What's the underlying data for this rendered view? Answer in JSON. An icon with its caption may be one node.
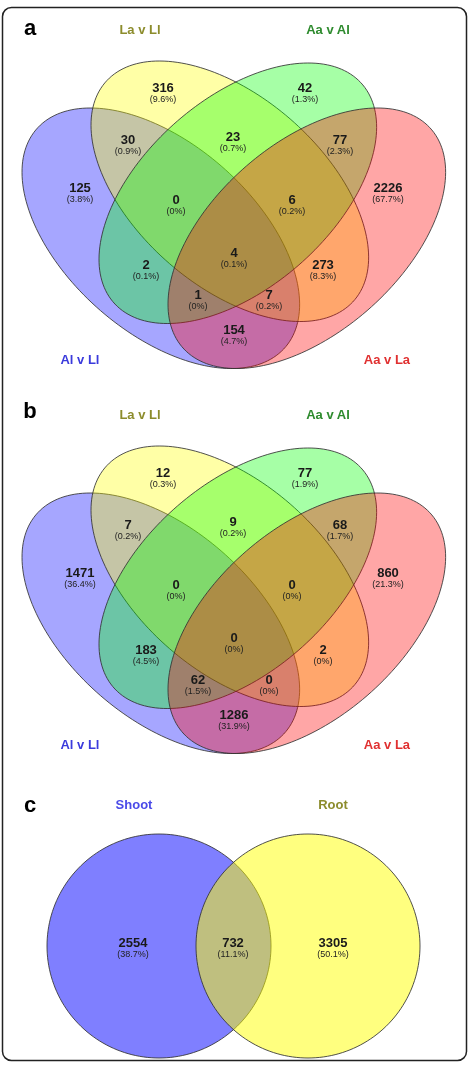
{
  "diagram": {
    "nodes": [
      {
        "text": [
          "La v Ll"
        ]
      },
      {
        "text": [
          "Aa v Al"
        ]
      },
      {
        "text": [
          "Al v Ll"
        ]
      },
      {
        "text": [
          "Aa v La"
        ]
      },
      {
        "text": [
          "La v Ll"
        ]
      },
      {
        "text": [
          "Aa v Al"
        ]
      },
      {
        "text": [
          "Al v Ll"
        ]
      },
      {
        "text": [
          "Aa v La"
        ]
      },
      {
        "text": [
          "Shoot"
        ]
      },
      {
        "text": [
          "Root"
        ]
      }
    ],
    "labels": [
      "a",
      "316",
      "(9.6%)",
      "42",
      "(1.3%)",
      "30",
      "(0.9%)",
      "23",
      "(0.7%)",
      "77",
      "(2.3%)",
      "125",
      "(3.8%)",
      "2226",
      "(67.7%)",
      "0",
      "(0%)",
      "6",
      "(0.2%)",
      "4",
      "(0.1%)",
      "2",
      "(0.1%)",
      "273",
      "(8.3%)",
      "1",
      "(0%)",
      "7",
      "(0.2%)",
      "154",
      "(4.7%)",
      "b",
      "12",
      "(0.3%)",
      "77",
      "(1.9%)",
      "7",
      "(0.2%)",
      "9",
      "(0.2%)",
      "68",
      "(1.7%)",
      "1471",
      "(36.4%)",
      "860",
      "(21.3%)",
      "0",
      "(0%)",
      "0",
      "(0%)",
      "0",
      "(0%)",
      "183",
      "(4.5%)",
      "2",
      "(0%)",
      "62",
      "(1.5%)",
      "0",
      "(0%)",
      "1286",
      "(31.9%)",
      "c",
      "2554",
      "(38.7%)",
      "732",
      "(11.1%)",
      "3305",
      "(50.1%)"
    ]
  }
}
